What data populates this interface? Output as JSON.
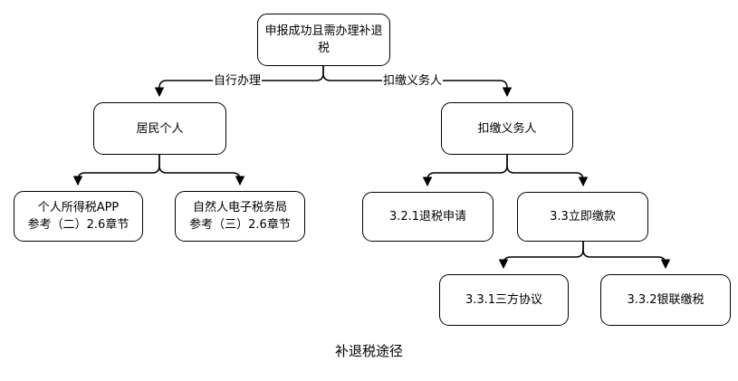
{
  "diagram": {
    "caption": "补退税途径",
    "colors": {
      "line": "#000000",
      "text": "#000000",
      "background": "#ffffff"
    },
    "nodes": {
      "root": {
        "label": "申报成功且需办理补退税"
      },
      "resident": {
        "label": "居民个人"
      },
      "withholding": {
        "label": "扣缴义务人"
      },
      "app": {
        "lines": [
          "个人所得税APP",
          "参考（二）2.6章节"
        ]
      },
      "etax": {
        "lines": [
          "自然人电子税务局",
          "参考（三）2.6章节"
        ]
      },
      "refund": {
        "label": "3.2.1退税申请"
      },
      "paynow": {
        "label": "3.3立即缴款"
      },
      "tripartite": {
        "label": "3.3.1三方协议"
      },
      "unionpay": {
        "label": "3.3.2银联缴税"
      }
    },
    "edge_labels": {
      "self_service": "自行办理",
      "withholding_agent": "扣缴义务人"
    }
  }
}
